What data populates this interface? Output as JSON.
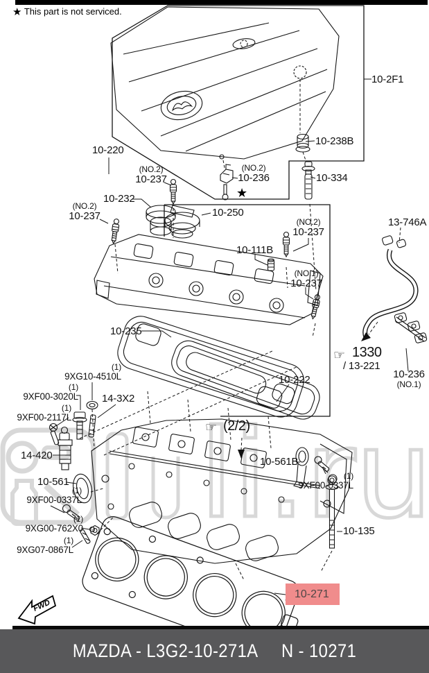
{
  "symbols": {
    "star": "★",
    "hand": "☞"
  },
  "note": {
    "text": "This part is not serviced."
  },
  "fwd": {
    "label": "FWD"
  },
  "watermark": {
    "visible_text": "li.ru"
  },
  "page_indicator": {
    "text": "(2/2)"
  },
  "ref_pointer": {
    "line1": "1330",
    "line2": "/ 13-221"
  },
  "highlight": {
    "part": "10-271",
    "color": "#f08c8c"
  },
  "footer": {
    "left": "MAZDA - L3G2-10-271A",
    "right": "N - 10271"
  },
  "labels": {
    "cover_2f1": {
      "text": "10-2F1"
    },
    "engine_cover_220": {
      "text": "10-220"
    },
    "grommet_238b": {
      "text": "10-238B"
    },
    "bolt_334": {
      "text": "10-334"
    },
    "clip_236_no2": {
      "qual": "(NO.2)",
      "text": "10-236"
    },
    "bolt_237_a": {
      "qual": "(NO.2)",
      "text": "10-237"
    },
    "seal_232": {
      "text": "10-232"
    },
    "bolt_237_b": {
      "qual": "(NO.2)",
      "text": "10-237"
    },
    "oil_cap_250": {
      "text": "10-250"
    },
    "bolt_237_c": {
      "qual": "(NO.2)",
      "text": "10-237"
    },
    "stud_111b": {
      "text": "10-111B"
    },
    "hose_746a": {
      "text": "13-746A"
    },
    "bolt_237_no1": {
      "qual": "(NO.1)",
      "text": "10-237"
    },
    "gasket_235": {
      "text": "10-235"
    },
    "gasket_222": {
      "text": "10-222"
    },
    "washer_4510": {
      "qty": "(1)",
      "text": "9XG10-4510L"
    },
    "bolt_3020": {
      "qty": "(1)",
      "text": "9XF00-3020L"
    },
    "stud_3x2": {
      "text": "14-3X2"
    },
    "screw_2117": {
      "qty": "(1)",
      "text": "9XF00-2117L"
    },
    "valve_420": {
      "text": "14-420"
    },
    "gasket_561": {
      "text": "10-561"
    },
    "screw_0337_left": {
      "qty": "(1)",
      "text": "9XF00-0337L"
    },
    "nut_762": {
      "qty": "(1)",
      "text": "9XG00-762X0"
    },
    "stud_0867": {
      "qty": "(1)",
      "text": "9XG07-0867L"
    },
    "bracket_561b": {
      "text": "10-561B"
    },
    "screw_0337_right": {
      "qty": "(1)",
      "text": "9XF00-0337L"
    },
    "bolt_135": {
      "text": "10-135"
    },
    "clip_236_no1": {
      "text": "10-236",
      "qual": "(NO.1)"
    }
  }
}
